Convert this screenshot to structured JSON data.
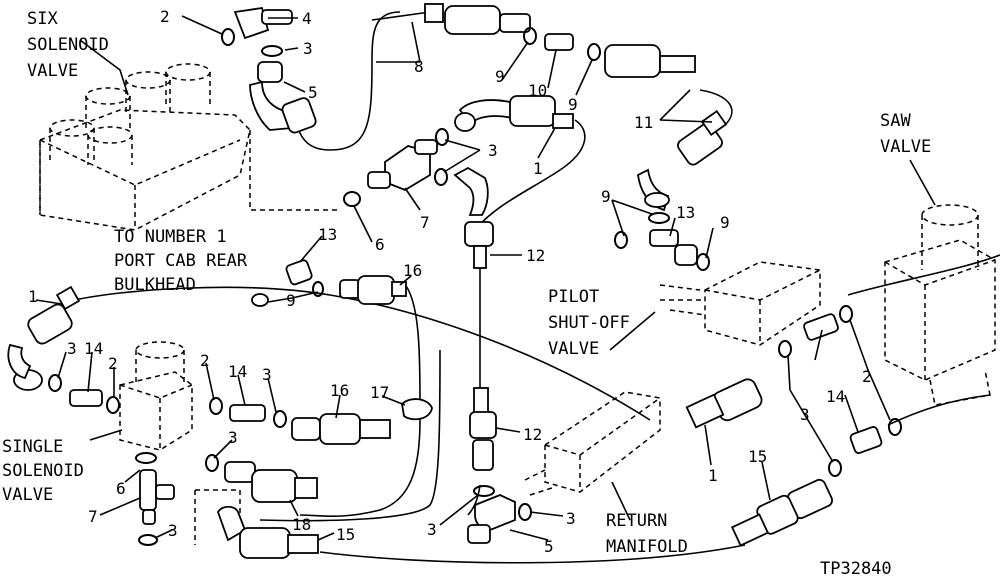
{
  "labels": {
    "six_solenoid": [
      "SIX",
      "SOLENOID",
      "VALVE"
    ],
    "saw_valve": [
      "SAW",
      "VALVE"
    ],
    "to_port": [
      "TO NUMBER 1",
      "PORT CAB REAR",
      "BULKHEAD"
    ],
    "pilot_shutoff": [
      "PILOT",
      "SHUT-OFF",
      "VALVE"
    ],
    "single_solenoid": [
      "SINGLE",
      "SOLENOID",
      "VALVE"
    ],
    "return_manifold": [
      "RETURN",
      "MANIFOLD"
    ],
    "figure_id": "TP32840"
  },
  "callouts": {
    "c2a": "2",
    "c4": "4",
    "c3a": "3",
    "c5a": "5",
    "c8": "8",
    "c9a": "9",
    "c10": "10",
    "c9b": "9",
    "c11": "11",
    "c3b": "3",
    "c1a": "1",
    "c7a": "7",
    "c6a": "6",
    "c13a": "13",
    "c12a": "12",
    "c16a": "16",
    "c9c": "9",
    "c9d": "9",
    "c13b": "13",
    "c9e": "9",
    "c1b": "1",
    "c3c": "3",
    "c14a": "14",
    "c2b": "2",
    "c2c": "2",
    "c14b": "14",
    "c3d": "3",
    "c16b": "16",
    "c17": "17",
    "c12b": "12",
    "c1c": "1",
    "c3e": "3",
    "c14c": "14",
    "c2d": "2",
    "c3f": "3",
    "c6b": "6",
    "c7b": "7",
    "c3g": "3",
    "c18": "18",
    "c15a": "15",
    "c3h": "3",
    "c3i": "3",
    "c5b": "5",
    "c15b": "15"
  }
}
